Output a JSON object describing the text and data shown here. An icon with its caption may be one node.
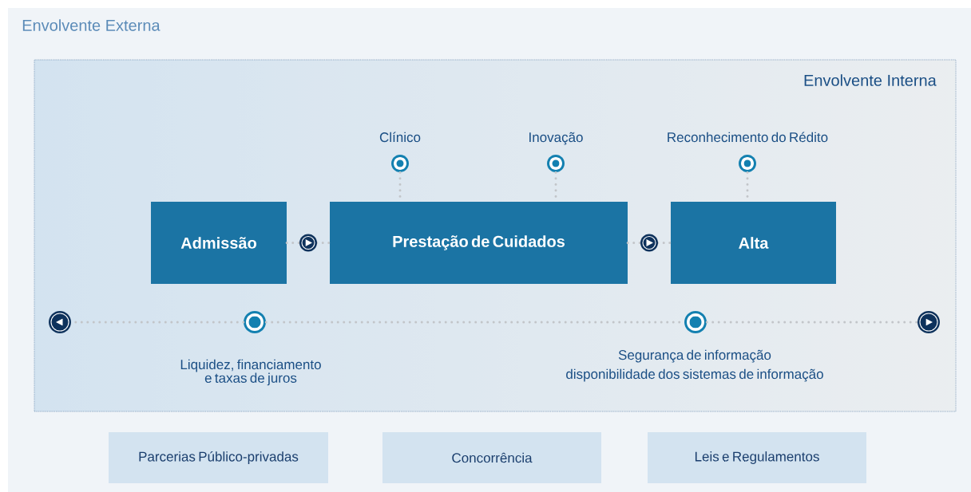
{
  "diagram": {
    "nodes": [
      {
        "text": [
          "Envolvente Externa"
        ]
      },
      {
        "text": [
          "Envolvente Interna"
        ],
        "in": 0
      },
      {
        "text": [
          "Admissão"
        ],
        "in": 1
      },
      {
        "text": [
          "Prestação de Cuidados"
        ],
        "in": 1
      },
      {
        "text": [
          "Alta"
        ],
        "in": 1
      },
      {
        "text": [],
        "shape": "circle",
        "beside": [
          "Clínico"
        ],
        "in": 1
      },
      {
        "text": [],
        "shape": "circle",
        "beside": [
          "Inovação"
        ],
        "in": 1
      },
      {
        "text": [],
        "shape": "circle",
        "beside": [
          "Reconhecimento do Rédito"
        ],
        "in": 1
      },
      {
        "text": [],
        "shape": "circle",
        "beside": [
          "Liquidez, financiamento e taxas de juros"
        ],
        "in": 1
      },
      {
        "text": [],
        "shape": "circle",
        "beside": [
          "Segurança de informação",
          "disponibilidade dos sistemas de informação"
        ],
        "in": 1
      },
      {
        "text": [
          "Parcerias Público-privadas"
        ],
        "in": 0
      },
      {
        "text": [
          "Concorrência"
        ],
        "in": 0
      },
      {
        "text": [
          "Leis e Regulamentos"
        ],
        "in": 0
      }
    ],
    "edges": [
      {
        "from": 2,
        "to": 3,
        "arrow": "to"
      },
      {
        "from": 3,
        "to": 4,
        "arrow": "to"
      },
      {
        "from": 5,
        "to": 3,
        "arrow": "none"
      },
      {
        "from": 6,
        "to": 3,
        "arrow": "none"
      },
      {
        "from": 7,
        "to": 4,
        "arrow": "none"
      },
      {
        "from": 8,
        "to": null,
        "arrow": "to"
      },
      {
        "from": 8,
        "to": 9,
        "arrow": "none"
      },
      {
        "from": 9,
        "to": null,
        "arrow": "to"
      }
    ]
  }
}
